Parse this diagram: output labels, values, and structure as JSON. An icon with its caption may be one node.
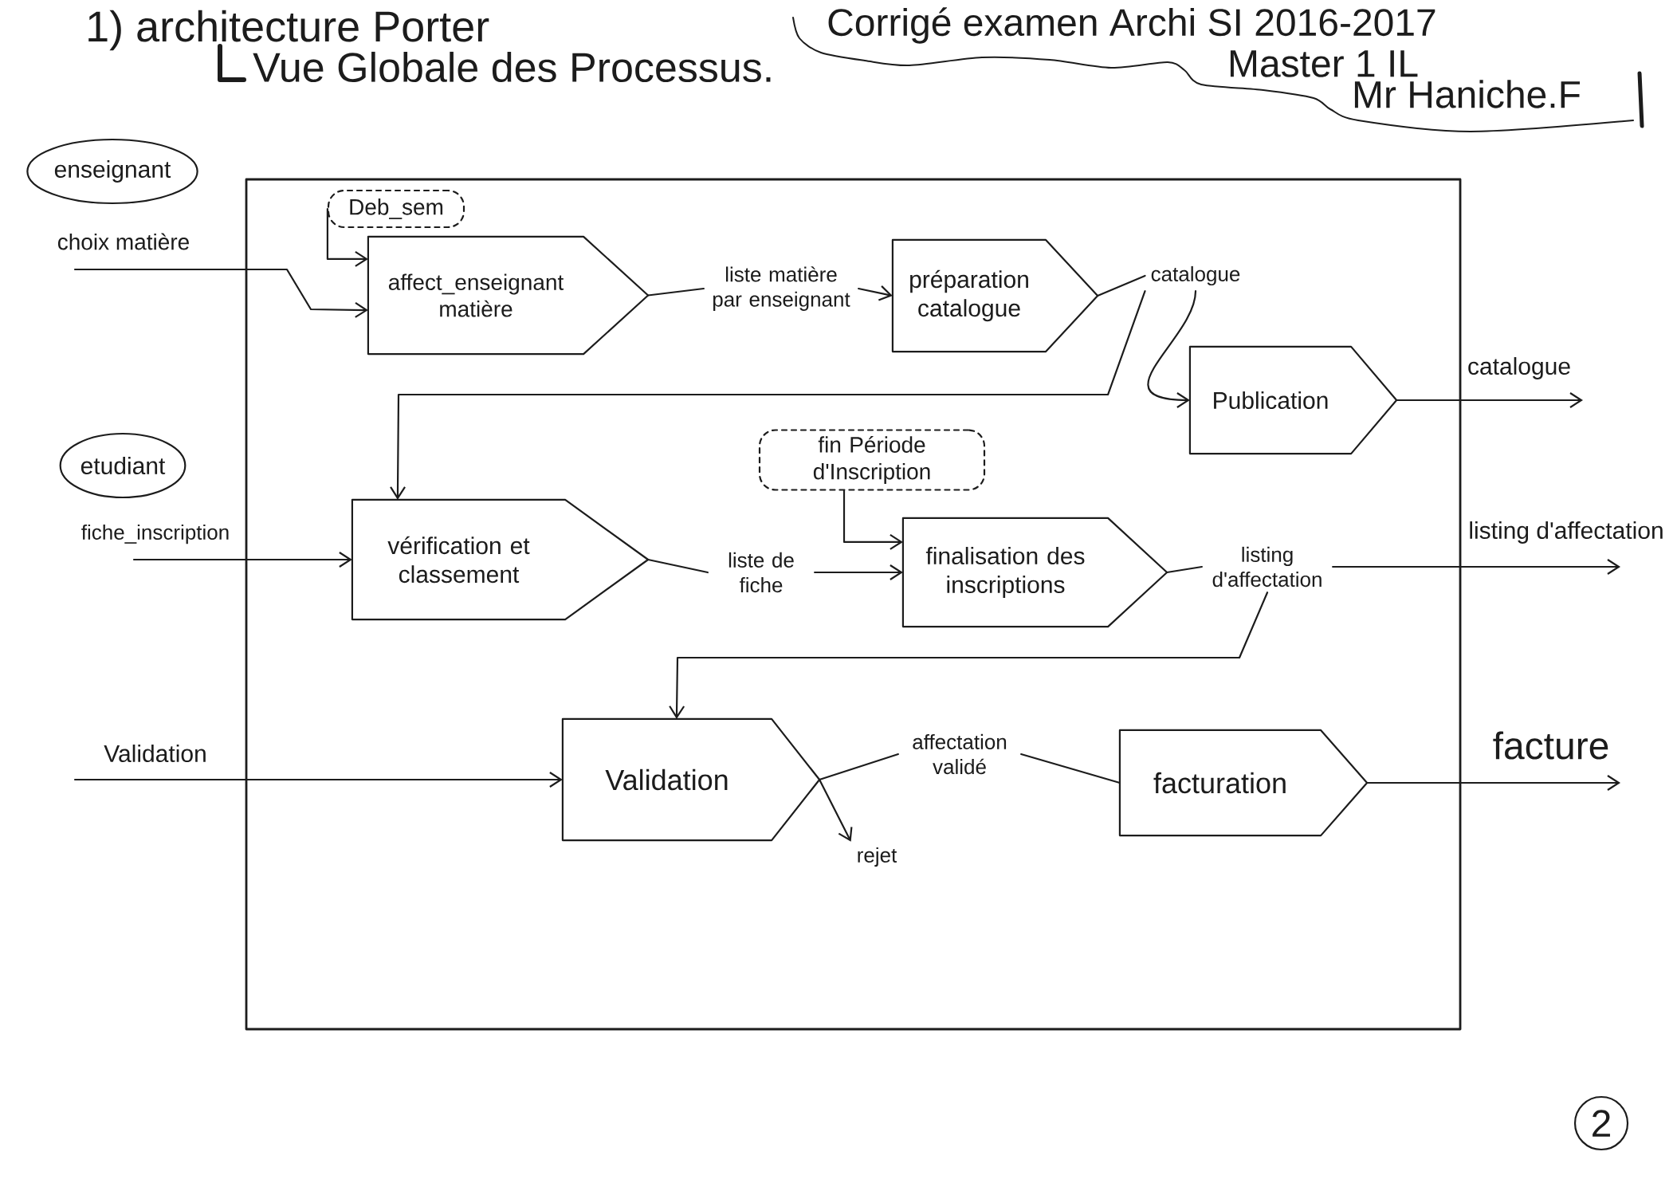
{
  "diagram": {
    "title": "Vue Globale des Processus.",
    "nodes": [
      {
        "text": [],
        "shape": "box"
      },
      {
        "text": [
          "enseignant"
        ]
      },
      {
        "text": [
          "Deb_sem"
        ],
        "in": 0
      },
      {
        "text": [
          "affect_enseignant matière"
        ],
        "in": 0
      },
      {
        "text": [
          "liste matière par enseignant"
        ],
        "in": 0
      },
      {
        "text": [
          "préparation catalogue"
        ],
        "in": 0
      },
      {
        "text": [
          "catalogue"
        ],
        "in": 0
      },
      {
        "text": [
          "Publication"
        ],
        "in": 0
      },
      {
        "text": [
          "etudiant"
        ]
      },
      {
        "text": [
          "fin Période d'Inscription"
        ],
        "in": 0
      },
      {
        "text": [
          "vérification et classement"
        ],
        "in": 0
      },
      {
        "text": [
          "liste de fiche"
        ],
        "in": 0
      },
      {
        "text": [
          "finalisation des inscriptions"
        ],
        "in": 0
      },
      {
        "text": [
          "listing d'affectation"
        ],
        "in": 0
      },
      {
        "text": [
          "Validation"
        ],
        "in": 0
      },
      {
        "text": [
          "affectation validé"
        ],
        "in": 0
      },
      {
        "text": [
          "rejet"
        ],
        "in": 0
      },
      {
        "text": [
          "facturation"
        ],
        "in": 0
      }
    ],
    "edges": [
      {
        "from": null,
        "to": 3,
        "arrow": "to",
        "label": "choix matière"
      },
      {
        "from": 2,
        "to": 3,
        "arrow": "to"
      },
      {
        "from": 3,
        "to": 4,
        "arrow": "none"
      },
      {
        "from": 4,
        "to": 5,
        "arrow": "to"
      },
      {
        "from": 5,
        "to": 6,
        "arrow": "none"
      },
      {
        "from": 6,
        "to": 7,
        "arrow": "to"
      },
      {
        "from": 7,
        "to": null,
        "arrow": "to",
        "label": "catalogue"
      },
      {
        "from": 6,
        "to": 10,
        "arrow": "to"
      },
      {
        "from": null,
        "to": 10,
        "arrow": "to",
        "label": "fiche_inscription"
      },
      {
        "from": 10,
        "to": 11,
        "arrow": "none"
      },
      {
        "from": 11,
        "to": 12,
        "arrow": "to"
      },
      {
        "from": 9,
        "to": 12,
        "arrow": "to"
      },
      {
        "from": 12,
        "to": 13,
        "arrow": "none"
      },
      {
        "from": 13,
        "to": null,
        "arrow": "to",
        "label": "listing d'affectation"
      },
      {
        "from": 13,
        "to": 14,
        "arrow": "to"
      },
      {
        "from": null,
        "to": 14,
        "arrow": "to",
        "label": "Validation"
      },
      {
        "from": 14,
        "to": 15,
        "arrow": "none"
      },
      {
        "from": 14,
        "to": 16,
        "arrow": "to"
      },
      {
        "from": 15,
        "to": 17,
        "arrow": "none"
      },
      {
        "from": 17,
        "to": null,
        "arrow": "to",
        "label": "facture"
      }
    ],
    "labels": [
      "1) architecture Porter",
      "Corrigé examen Archi SI 2016-2017",
      "Master 1 IL",
      "Mr Haniche.F",
      "2"
    ]
  }
}
